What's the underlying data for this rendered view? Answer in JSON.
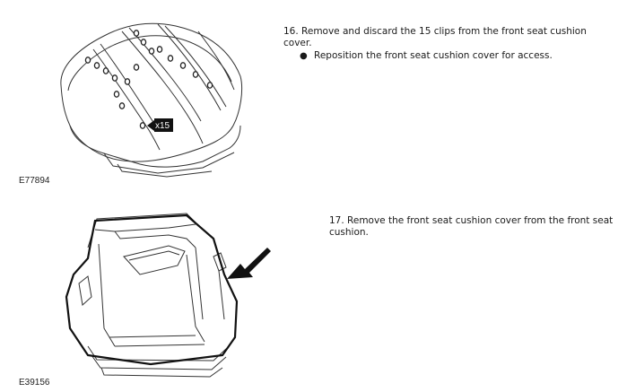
{
  "steps": [
    {
      "text": "16. Remove and discard the 15 clips from the front seat cushion cover.",
      "bullets": [
        "Reposition the front seat cushion cover for access."
      ]
    },
    {
      "text": "17. Remove the front seat cushion cover from the front seat cushion.",
      "bullets": []
    }
  ],
  "figures": [
    {
      "label": "E77894",
      "callout": "x15"
    },
    {
      "label": "E39156"
    }
  ]
}
